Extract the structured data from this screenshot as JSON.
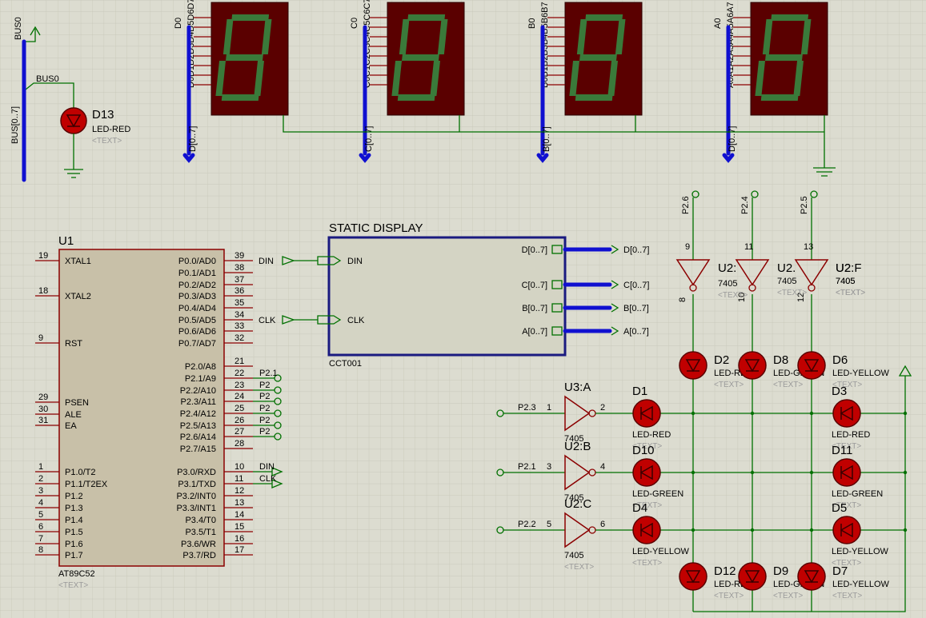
{
  "bus_symbol": {
    "terminal": "BUS0",
    "wire": "BUS0",
    "bus": "BUS[0..7]"
  },
  "d13": {
    "ref": "D13",
    "value": "LED-RED",
    "text": "<TEXT>"
  },
  "displays": [
    {
      "bus": "D[0..7]",
      "pin_top": "D0",
      "pins": "D0D1D2D3D4D5D6D7"
    },
    {
      "bus": "C[0..7]",
      "pin_top": "C0",
      "pins": "C0C1C2C3C4C5C6C7"
    },
    {
      "bus": "B[0..7]",
      "pin_top": "B0",
      "pins": "B0B1B2B3B4B5B6B7"
    },
    {
      "bus": "D[0..7]",
      "pin_top": "A0",
      "pins": "A0A1A2A3A4A5A6A7"
    }
  ],
  "u1": {
    "ref": "U1",
    "part": "AT89C52",
    "text": "<TEXT>",
    "left_pins": [
      {
        "num": "19",
        "name": "XTAL1"
      },
      {
        "num": "18",
        "name": "XTAL2"
      },
      {
        "num": "9",
        "name": "RST"
      },
      {
        "num": "29",
        "name": "PSEN"
      },
      {
        "num": "30",
        "name": "ALE"
      },
      {
        "num": "31",
        "name": "EA"
      },
      {
        "num": "1",
        "name": "P1.0/T2"
      },
      {
        "num": "2",
        "name": "P1.1/T2EX"
      },
      {
        "num": "3",
        "name": "P1.2"
      },
      {
        "num": "4",
        "name": "P1.3"
      },
      {
        "num": "5",
        "name": "P1.4"
      },
      {
        "num": "6",
        "name": "P1.5"
      },
      {
        "num": "7",
        "name": "P1.6"
      },
      {
        "num": "8",
        "name": "P1.7"
      }
    ],
    "right_pins": [
      {
        "num": "39",
        "name": "P0.0/AD0"
      },
      {
        "num": "38",
        "name": "P0.1/AD1"
      },
      {
        "num": "37",
        "name": "P0.2/AD2"
      },
      {
        "num": "36",
        "name": "P0.3/AD3"
      },
      {
        "num": "35",
        "name": "P0.4/AD4"
      },
      {
        "num": "34",
        "name": "P0.5/AD5"
      },
      {
        "num": "33",
        "name": "P0.6/AD6"
      },
      {
        "num": "32",
        "name": "P0.7/AD7"
      },
      {
        "num": "21",
        "name": "P2.0/A8"
      },
      {
        "num": "22",
        "name": "P2.1/A9"
      },
      {
        "num": "23",
        "name": "P2.2/A10"
      },
      {
        "num": "24",
        "name": "P2.3/A11"
      },
      {
        "num": "25",
        "name": "P2.4/A12"
      },
      {
        "num": "26",
        "name": "P2.5/A13"
      },
      {
        "num": "27",
        "name": "P2.6/A14"
      },
      {
        "num": "28",
        "name": "P2.7/A15"
      },
      {
        "num": "10",
        "name": "P3.0/RXD"
      },
      {
        "num": "11",
        "name": "P3.1/TXD"
      },
      {
        "num": "12",
        "name": "P3.2/INT0"
      },
      {
        "num": "13",
        "name": "P3.3/INT1"
      },
      {
        "num": "14",
        "name": "P3.4/T0"
      },
      {
        "num": "15",
        "name": "P3.5/T1"
      },
      {
        "num": "16",
        "name": "P3.6/WR"
      },
      {
        "num": "17",
        "name": "P3.7/RD"
      }
    ],
    "p2_terminals": [
      "P2.1",
      "P2",
      "P2",
      "P2",
      "P2",
      "P2"
    ],
    "p3_terminals": [
      "DIN",
      "CLK"
    ]
  },
  "static_display": {
    "title": "STATIC DISPLAY",
    "ref": "CCT001",
    "inputs": [
      "DIN",
      "CLK"
    ],
    "outputs": [
      "D[0..7]",
      "C[0..7]",
      "B[0..7]",
      "A[0..7]"
    ],
    "in_terminals": [
      "DIN",
      "CLK"
    ],
    "out_terminals": [
      "D[0..7]",
      "C[0..7]",
      "B[0..7]",
      "A[0..7]"
    ]
  },
  "top_gates": [
    {
      "terminal": "P2.6",
      "pin_in": "9",
      "pin_out": "8",
      "ref": "",
      "part": "",
      "text": ""
    },
    {
      "terminal": "P2.4",
      "pin_in": "11",
      "pin_out": "10",
      "ref": "U2.",
      "part": "7405",
      "text": "<TEXT>"
    },
    {
      "terminal": "P2.5",
      "pin_in": "13",
      "pin_out": "12",
      "ref": "U2.",
      "part": "7405",
      "text": "<TEXT>"
    },
    {
      "terminal": "",
      "pin_in": "",
      "pin_out": "",
      "ref": "U2:F",
      "part": "7405",
      "text": "<TEXT>"
    }
  ],
  "top_gate_first_ref": "U2:",
  "left_gates": [
    {
      "terminal": "P2.3",
      "pin_in": "1",
      "pin_out": "2",
      "ref": "U3:A",
      "part": "7405"
    },
    {
      "terminal": "P2.1",
      "pin_in": "3",
      "pin_out": "4",
      "ref": "U2:B",
      "part": "7405"
    },
    {
      "terminal": "P2.2",
      "pin_in": "5",
      "pin_out": "6",
      "ref": "U2:C",
      "part": "7405",
      "text": "<TEXT>"
    }
  ],
  "leds_top": [
    {
      "ref": "D2",
      "value": "LED-RED",
      "text": "<TEXT>"
    },
    {
      "ref": "D8",
      "value": "LED-GREEN",
      "text": "<TEXT>"
    },
    {
      "ref": "D6",
      "value": "LED-YELLOW",
      "text": "<TEXT>"
    }
  ],
  "leds_bottom": [
    {
      "ref": "D12",
      "value": "LED-RED",
      "text": "<TEXT>"
    },
    {
      "ref": "D9",
      "value": "LED-GREEN",
      "text": "<TEXT>"
    },
    {
      "ref": "D7",
      "value": "LED-YELLOW",
      "text": "<TEXT>"
    }
  ],
  "leds_left": [
    {
      "ref": "D1",
      "value": "LED-RED",
      "text": "<TEXT>"
    },
    {
      "ref": "D10",
      "value": "LED-GREEN",
      "text": "<TEXT>"
    },
    {
      "ref": "D4",
      "value": "LED-YELLOW",
      "text": "<TEXT>"
    }
  ],
  "leds_right": [
    {
      "ref": "D3",
      "value": "LED-RED",
      "text": "<TEXT>"
    },
    {
      "ref": "D11",
      "value": "LED-GREEN",
      "text": "<TEXT>"
    },
    {
      "ref": "D5",
      "value": "LED-YELLOW",
      "text": "<TEXT>"
    }
  ],
  "colors": {
    "background": "#dcdcd0",
    "wire": "#007000",
    "device": "#8b0000",
    "bus": "#1010d0",
    "display_body": "#5a0000",
    "segment": "#3a7a3a",
    "led": "#c00000",
    "ic_body": "#c8c0a8",
    "block_body": "#d4d4c4",
    "block_border": "#1a1a80"
  }
}
